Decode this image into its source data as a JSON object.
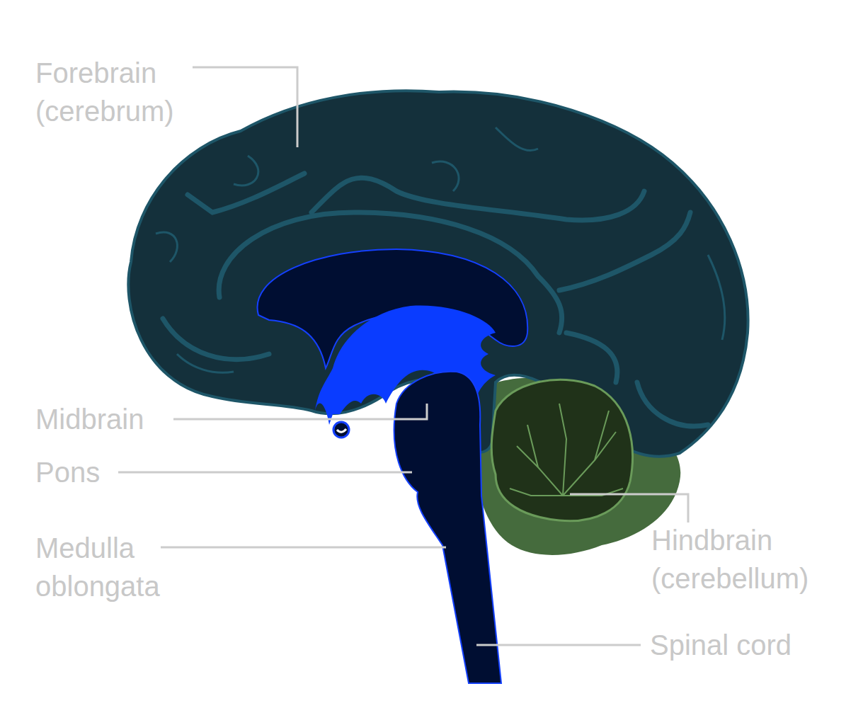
{
  "diagram": {
    "labels": [
      "Forebrain (cerebrum)",
      "Midbrain",
      "Pons",
      "Medulla oblongata",
      "Hindbrain (cerebellum)",
      "Spinal cord"
    ]
  }
}
